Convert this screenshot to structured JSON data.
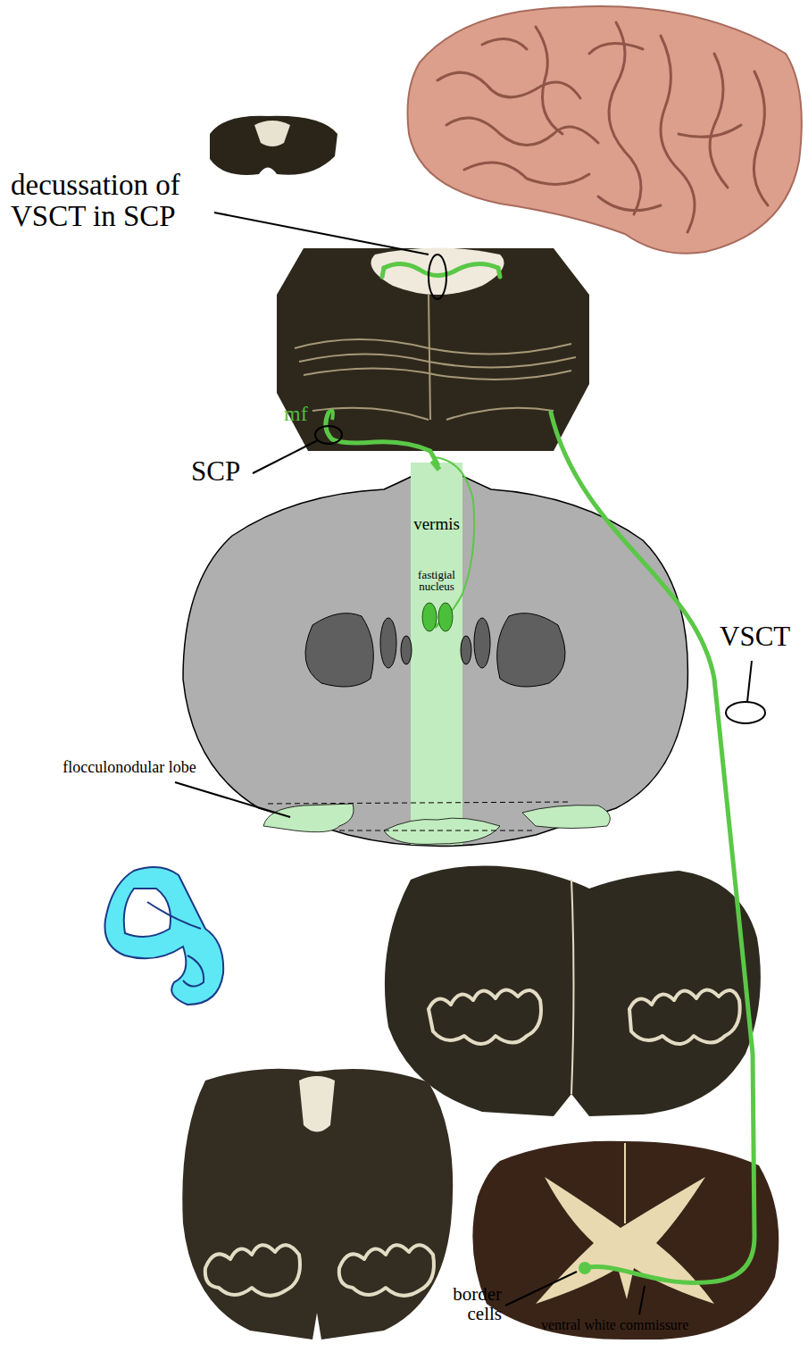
{
  "diagram": {
    "nodes": [
      {
        "text": [
          "vermis"
        ]
      },
      {
        "text": [
          "fastigial nucleus"
        ],
        "in": 0
      }
    ],
    "labels": [
      "decussation of VSCT in SCP",
      "mf",
      "SCP",
      "VSCT",
      "flocculonodular lobe",
      "border cells",
      "ventral white commissure"
    ]
  }
}
